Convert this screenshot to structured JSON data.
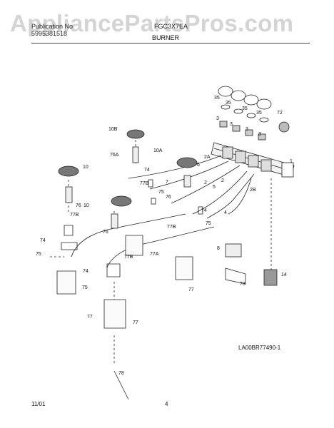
{
  "watermark": "AppliancePartsPros.com",
  "header": {
    "pub_label": "Publication No",
    "pub_number": "5995381518",
    "model": "FGC3X7EA",
    "section": "BURNER"
  },
  "diagram_code": "LA00BR77490-1",
  "footer": {
    "date": "11/01",
    "page": "4"
  },
  "callouts": [
    "10B",
    "76A",
    "74",
    "77B",
    "75",
    "10",
    "76",
    "77B",
    "74",
    "75",
    "10",
    "76",
    "77A",
    "77B",
    "74",
    "75",
    "77",
    "77",
    "78",
    "10A",
    "76",
    "2A",
    "6",
    "7",
    "5",
    "2",
    "2",
    "4",
    "2B",
    "1",
    "72",
    "35",
    "35",
    "35",
    "35",
    "3",
    "3",
    "3",
    "3",
    "77B",
    "75",
    "77",
    "74",
    "8",
    "73",
    "14"
  ],
  "colors": {
    "ink": "#111111",
    "watermark": "#d4d4d4"
  }
}
